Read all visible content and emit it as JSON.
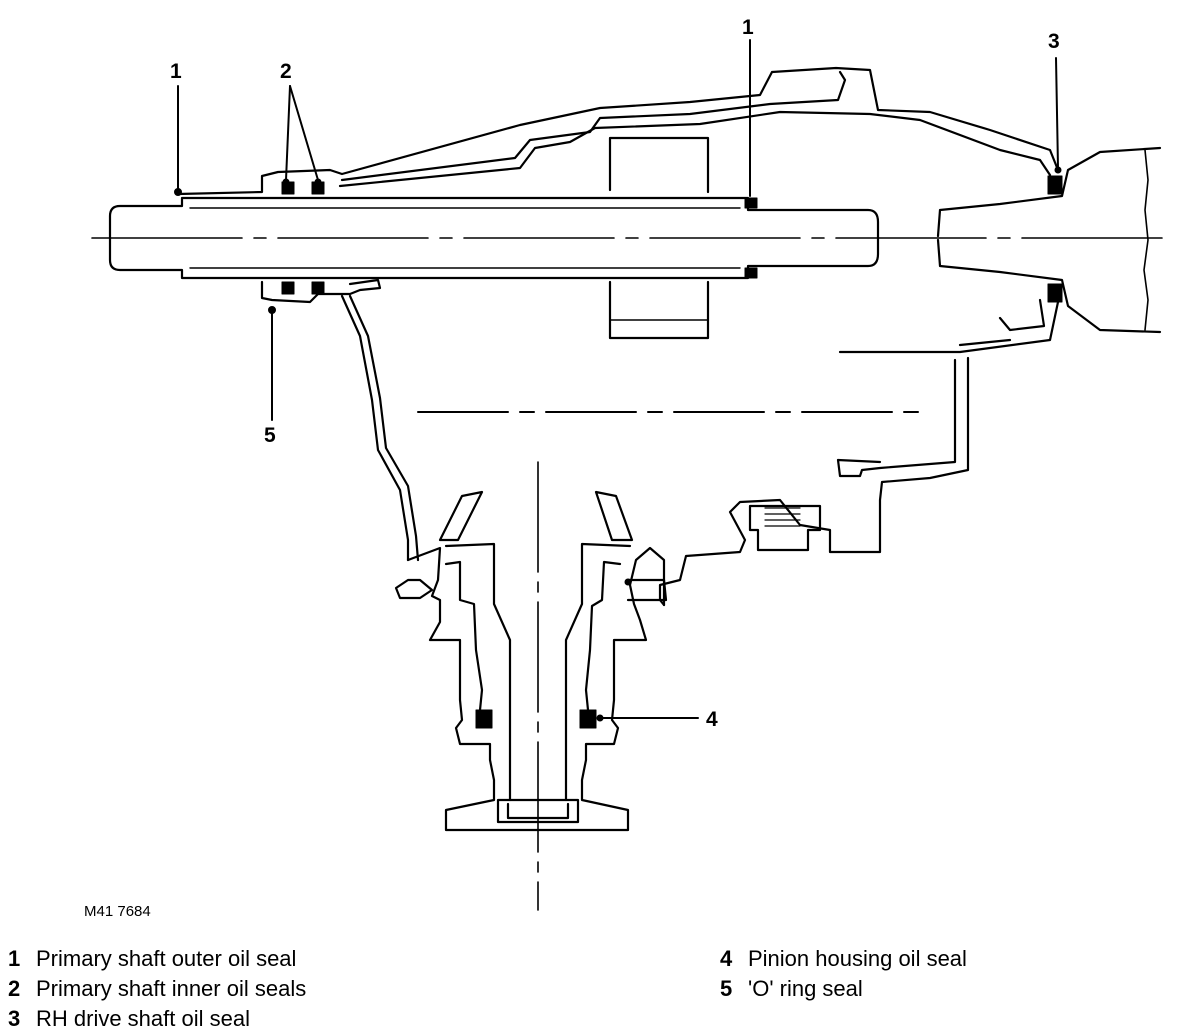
{
  "figure_code": "M41 7684",
  "callouts": [
    "1",
    "2",
    "1",
    "3",
    "4",
    "5"
  ],
  "legend": [
    {
      "num": "1",
      "text": "Primary shaft outer oil seal"
    },
    {
      "num": "2",
      "text": "Primary shaft inner oil seals"
    },
    {
      "num": "3",
      "text": "RH drive shaft oil seal"
    },
    {
      "num": "4",
      "text": "Pinion housing oil seal"
    },
    {
      "num": "5",
      "text": "'O' ring seal"
    }
  ]
}
